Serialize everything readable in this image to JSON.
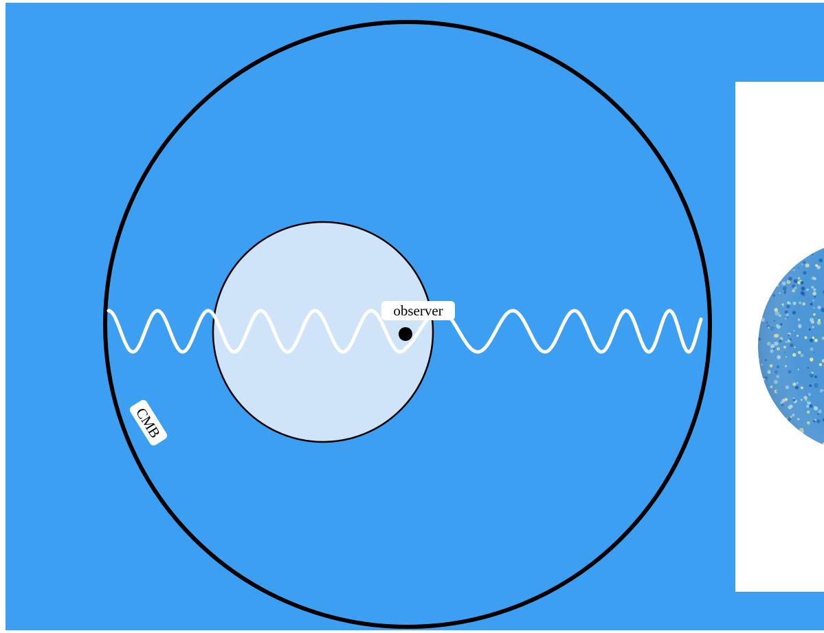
{
  "colors": {
    "background": "#3d9ff2",
    "inner_circle_fill": "#cfe4f8",
    "outline": "#000000",
    "wave": "#ffffff",
    "label_background": "#ffffff",
    "sphere_panel": "#ffffff",
    "sphere_dark": "#1d5fb0",
    "sphere_mid": "#4d97d6",
    "sphere_light": "#a9d6ea",
    "sphere_yellow": "#dfe9a6"
  },
  "labels": {
    "observer": "observer",
    "cmb": "CMB"
  },
  "icons": {
    "observer_marker": "observer-dot-icon",
    "cmb_sphere": "cmb-sphere-map"
  }
}
